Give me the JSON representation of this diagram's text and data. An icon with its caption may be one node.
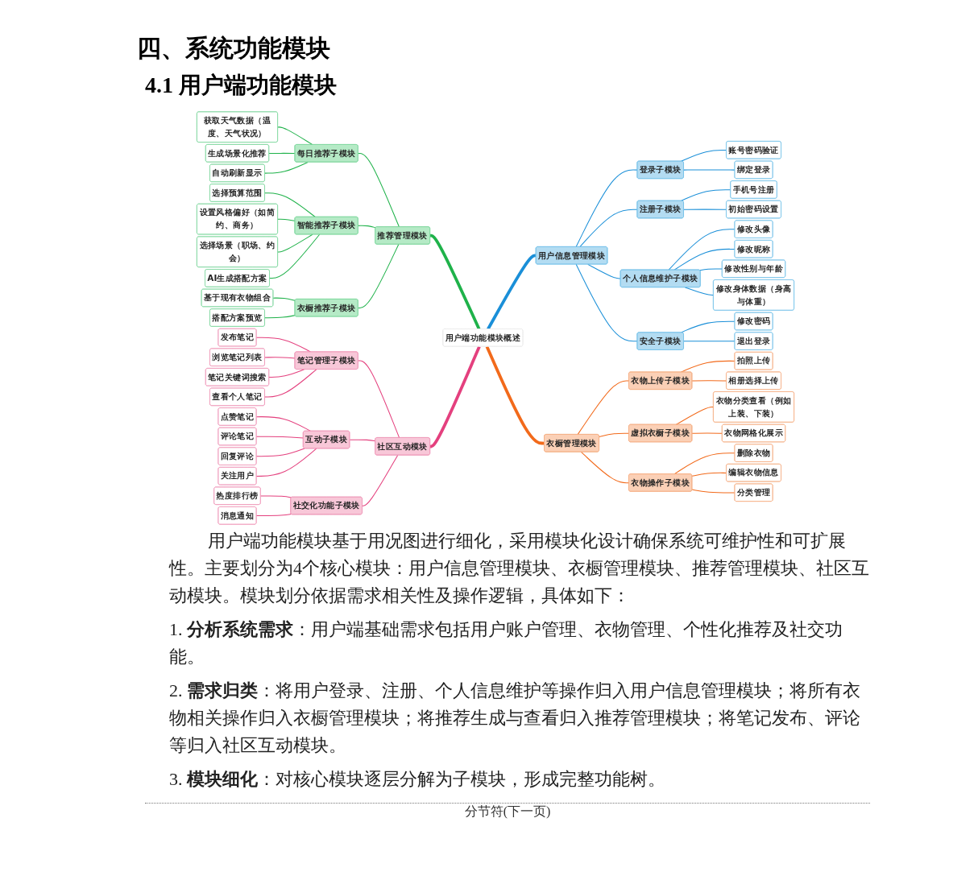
{
  "diagram": {
    "nodes": [
      {
        "text": [
          "用户端功能模块概述"
        ]
      },
      {
        "text": [
          "用户信息管理模块"
        ]
      },
      {
        "text": [
          "登录子模块"
        ]
      },
      {
        "text": [
          "账号密码验证"
        ]
      },
      {
        "text": [
          "绑定登录"
        ]
      },
      {
        "text": [
          "注册子模块"
        ]
      },
      {
        "text": [
          "手机号注册"
        ]
      },
      {
        "text": [
          "初始密码设置"
        ]
      },
      {
        "text": [
          "个人信息维护子模块"
        ]
      },
      {
        "text": [
          "修改头像"
        ]
      },
      {
        "text": [
          "修改昵称"
        ]
      },
      {
        "text": [
          "修改性别与年龄"
        ]
      },
      {
        "text": [
          "修改身体数据（身高与体重）"
        ]
      },
      {
        "text": [
          "安全子模块"
        ]
      },
      {
        "text": [
          "修改密码"
        ]
      },
      {
        "text": [
          "退出登录"
        ]
      },
      {
        "text": [
          "衣橱管理模块"
        ]
      },
      {
        "text": [
          "衣物上传子模块"
        ]
      },
      {
        "text": [
          "拍照上传"
        ]
      },
      {
        "text": [
          "相册选择上传"
        ]
      },
      {
        "text": [
          "虚拟衣橱子模块"
        ]
      },
      {
        "text": [
          "衣物分类查看（例如上装、下装）"
        ]
      },
      {
        "text": [
          "衣物网格化展示"
        ]
      },
      {
        "text": [
          "衣物操作子模块"
        ]
      },
      {
        "text": [
          "删除衣物"
        ]
      },
      {
        "text": [
          "编辑衣物信息"
        ]
      },
      {
        "text": [
          "分类管理"
        ]
      },
      {
        "text": [
          "推荐管理模块"
        ]
      },
      {
        "text": [
          "每日推荐子模块"
        ]
      },
      {
        "text": [
          "获取天气数据（温度、天气状况）"
        ]
      },
      {
        "text": [
          "生成场景化推荐"
        ]
      },
      {
        "text": [
          "自动刷新显示"
        ]
      },
      {
        "text": [
          "智能推荐子模块"
        ]
      },
      {
        "text": [
          "选择预算范围"
        ]
      },
      {
        "text": [
          "设置风格偏好（如简约、商务）"
        ]
      },
      {
        "text": [
          "选择场景（职场、约会）"
        ]
      },
      {
        "text": [
          "AI生成搭配方案"
        ]
      },
      {
        "text": [
          "衣橱推荐子模块"
        ]
      },
      {
        "text": [
          "基于现有衣物组合"
        ]
      },
      {
        "text": [
          "搭配方案预览"
        ]
      },
      {
        "text": [
          "社区互动模块"
        ]
      },
      {
        "text": [
          "笔记管理子模块"
        ]
      },
      {
        "text": [
          "发布笔记"
        ]
      },
      {
        "text": [
          "浏览笔记列表"
        ]
      },
      {
        "text": [
          "笔记关键词搜索"
        ]
      },
      {
        "text": [
          "查看个人笔记"
        ]
      },
      {
        "text": [
          "互动子模块"
        ]
      },
      {
        "text": [
          "点赞笔记"
        ]
      },
      {
        "text": [
          "评论笔记"
        ]
      },
      {
        "text": [
          "回复评论"
        ]
      },
      {
        "text": [
          "关注用户"
        ]
      },
      {
        "text": [
          "社交化功能子模块"
        ]
      },
      {
        "text": [
          "热度排行榜"
        ]
      },
      {
        "text": [
          "消息通知"
        ]
      }
    ],
    "edges": [
      {
        "from": 0,
        "to": 1,
        "arrow": "none",
        "style": "thick",
        "color": "#1a8fd8"
      },
      {
        "from": 1,
        "to": 2,
        "arrow": "none",
        "color": "#1a8fd8"
      },
      {
        "from": 2,
        "to": 3,
        "arrow": "none",
        "color": "#1a8fd8"
      },
      {
        "from": 2,
        "to": 4,
        "arrow": "none",
        "color": "#1a8fd8"
      },
      {
        "from": 1,
        "to": 5,
        "arrow": "none",
        "color": "#1a8fd8"
      },
      {
        "from": 5,
        "to": 6,
        "arrow": "none",
        "color": "#1a8fd8"
      },
      {
        "from": 5,
        "to": 7,
        "arrow": "none",
        "color": "#1a8fd8"
      },
      {
        "from": 1,
        "to": 8,
        "arrow": "none",
        "color": "#1a8fd8"
      },
      {
        "from": 8,
        "to": 9,
        "arrow": "none",
        "color": "#1a8fd8"
      },
      {
        "from": 8,
        "to": 10,
        "arrow": "none",
        "color": "#1a8fd8"
      },
      {
        "from": 8,
        "to": 11,
        "arrow": "none",
        "color": "#1a8fd8"
      },
      {
        "from": 8,
        "to": 12,
        "arrow": "none",
        "color": "#1a8fd8"
      },
      {
        "from": 1,
        "to": 13,
        "arrow": "none",
        "color": "#1a8fd8"
      },
      {
        "from": 13,
        "to": 14,
        "arrow": "none",
        "color": "#1a8fd8"
      },
      {
        "from": 13,
        "to": 15,
        "arrow": "none",
        "color": "#1a8fd8"
      },
      {
        "from": 0,
        "to": 16,
        "arrow": "none",
        "style": "thick",
        "color": "#f26a1b"
      },
      {
        "from": 16,
        "to": 17,
        "arrow": "none",
        "color": "#f26a1b"
      },
      {
        "from": 17,
        "to": 18,
        "arrow": "none",
        "color": "#f26a1b"
      },
      {
        "from": 17,
        "to": 19,
        "arrow": "none",
        "color": "#f26a1b"
      },
      {
        "from": 16,
        "to": 20,
        "arrow": "none",
        "color": "#f26a1b"
      },
      {
        "from": 20,
        "to": 21,
        "arrow": "none",
        "color": "#f26a1b"
      },
      {
        "from": 20,
        "to": 22,
        "arrow": "none",
        "color": "#f26a1b"
      },
      {
        "from": 16,
        "to": 23,
        "arrow": "none",
        "color": "#f26a1b"
      },
      {
        "from": 23,
        "to": 24,
        "arrow": "none",
        "color": "#f26a1b"
      },
      {
        "from": 23,
        "to": 25,
        "arrow": "none",
        "color": "#f26a1b"
      },
      {
        "from": 23,
        "to": 26,
        "arrow": "none",
        "color": "#f26a1b"
      },
      {
        "from": 27,
        "to": 0,
        "arrow": "none",
        "style": "thick",
        "color": "#1fb24a"
      },
      {
        "from": 28,
        "to": 27,
        "arrow": "none",
        "color": "#1fb24a"
      },
      {
        "from": 29,
        "to": 28,
        "arrow": "none",
        "color": "#1fb24a"
      },
      {
        "from": 30,
        "to": 28,
        "arrow": "none",
        "color": "#1fb24a"
      },
      {
        "from": 31,
        "to": 28,
        "arrow": "none",
        "color": "#1fb24a"
      },
      {
        "from": 32,
        "to": 27,
        "arrow": "none",
        "color": "#1fb24a"
      },
      {
        "from": 33,
        "to": 32,
        "arrow": "none",
        "color": "#1fb24a"
      },
      {
        "from": 34,
        "to": 32,
        "arrow": "none",
        "color": "#1fb24a"
      },
      {
        "from": 35,
        "to": 32,
        "arrow": "none",
        "color": "#1fb24a"
      },
      {
        "from": 36,
        "to": 32,
        "arrow": "none",
        "color": "#1fb24a"
      },
      {
        "from": 37,
        "to": 27,
        "arrow": "none",
        "color": "#1fb24a"
      },
      {
        "from": 38,
        "to": 37,
        "arrow": "none",
        "color": "#1fb24a"
      },
      {
        "from": 39,
        "to": 37,
        "arrow": "none",
        "color": "#1fb24a"
      },
      {
        "from": 40,
        "to": 0,
        "arrow": "none",
        "style": "thick",
        "color": "#e4407e"
      },
      {
        "from": 41,
        "to": 40,
        "arrow": "none",
        "color": "#e4407e"
      },
      {
        "from": 42,
        "to": 41,
        "arrow": "none",
        "color": "#e4407e"
      },
      {
        "from": 43,
        "to": 41,
        "arrow": "none",
        "color": "#e4407e"
      },
      {
        "from": 44,
        "to": 41,
        "arrow": "none",
        "color": "#e4407e"
      },
      {
        "from": 45,
        "to": 41,
        "arrow": "none",
        "color": "#e4407e"
      },
      {
        "from": 46,
        "to": 40,
        "arrow": "none",
        "color": "#e4407e"
      },
      {
        "from": 47,
        "to": 46,
        "arrow": "none",
        "color": "#e4407e"
      },
      {
        "from": 48,
        "to": 46,
        "arrow": "none",
        "color": "#e4407e"
      },
      {
        "from": 49,
        "to": 46,
        "arrow": "none",
        "color": "#e4407e"
      },
      {
        "from": 50,
        "to": 46,
        "arrow": "none",
        "color": "#e4407e"
      },
      {
        "from": 51,
        "to": 40,
        "arrow": "none",
        "color": "#e4407e"
      },
      {
        "from": 52,
        "to": 51,
        "arrow": "none",
        "color": "#e4407e"
      },
      {
        "from": 53,
        "to": 51,
        "arrow": "none",
        "color": "#e4407e"
      }
    ],
    "labels": [
      "四、系统功能模块",
      "4.1 用户端功能模块",
      "用户端功能模块基于用况图进行细化，采用模块化设计确保系统可维护性和可扩展性。主要划分为4个核心模块：用户信息管理模块、衣橱管理模块、推荐管理模块、社区互动模块。模块划分依据需求相关性及操作逻辑，具体如下：",
      "1. **分析系统需求**：用户端基础需求包括用户账户管理、衣物管理、个性化推荐及社交功能。",
      "2. **需求归类**：将用户登录、注册、个人信息维护等操作归入用户信息管理模块；将所有衣物相关操作归入衣橱管理模块；将推荐生成与查看归入推荐管理模块；将笔记发布、评论等归入社区互动模块。",
      "3. **模块细化**：对核心模块逐层分解为子模块，形成完整功能树。",
      "分节符(下一页)"
    ]
  }
}
